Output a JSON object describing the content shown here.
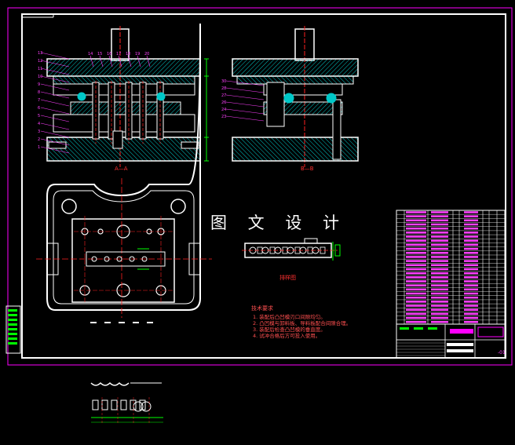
{
  "drawing": {
    "watermark": "图 文 设 计",
    "colors": {
      "background": "#000000",
      "frame": "#ffffff",
      "sheet_border": "#ff00ff",
      "outline": "#ffffff",
      "hatch": "#00c8c8",
      "center_line": "#ff2020",
      "dimension": "#00ff00",
      "leader": "#ff40ff",
      "parts_list_text": "#ff40ff",
      "parts_list_grid": "#ffffff",
      "title_block_fill": "#ff00ff"
    },
    "views": {
      "front_section": {
        "label": "A—A"
      },
      "side_section": {
        "label": "B—B"
      },
      "plan_view": {
        "label": ""
      },
      "strip_layout": {
        "label": "排样图"
      }
    },
    "front_callouts": [
      "13",
      "12",
      "11",
      "10",
      "9",
      "8",
      "7",
      "6",
      "5",
      "4",
      "3",
      "2",
      "1"
    ],
    "front_top_callouts": [
      "14",
      "15",
      "16",
      "17",
      "18",
      "19",
      "20"
    ],
    "side_callouts": [
      "30",
      "28",
      "27",
      "26",
      "24",
      "23"
    ],
    "tech_requirements": {
      "title": "技术要求",
      "items": [
        "1. 装配后凸凹模刃口间隙均匀。",
        "2. 凸凹模与卸料板、导料板配合间隙合理。",
        "3. 装配后检查凸凹模的垂直度。",
        "4. 试冲合格后方可投入使用。"
      ]
    },
    "parts_list": {
      "rows": 28,
      "columns": 7
    },
    "sheet_number": "-01"
  }
}
